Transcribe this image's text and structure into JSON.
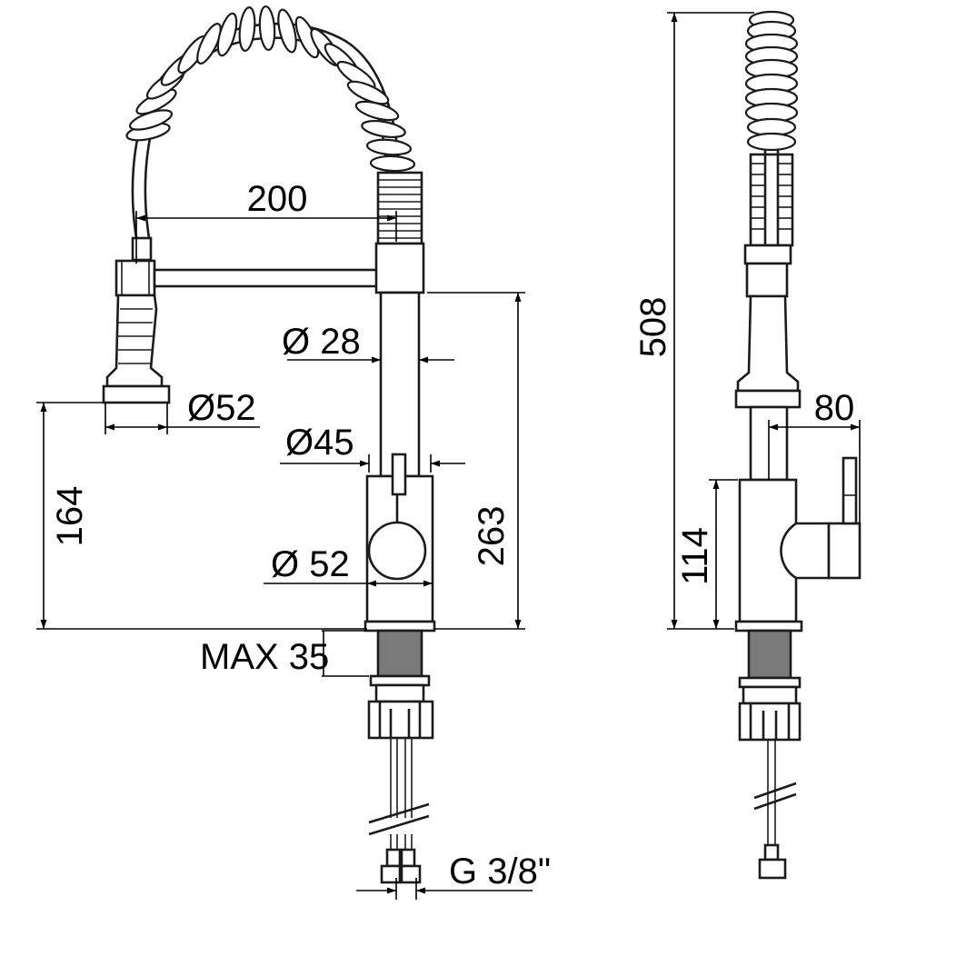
{
  "dimensions": {
    "spout_reach": "200",
    "spout_diameter": "Ø 28",
    "spray_head_diameter": "Ø52",
    "body_top_diameter": "Ø45",
    "body_diameter": "Ø 52",
    "spray_head_height": "164",
    "spout_height": "263",
    "counter_thickness": "MAX 35",
    "connection_thread": "G 3/8\"",
    "total_height": "508",
    "lever_depth": "80",
    "body_height": "114"
  }
}
